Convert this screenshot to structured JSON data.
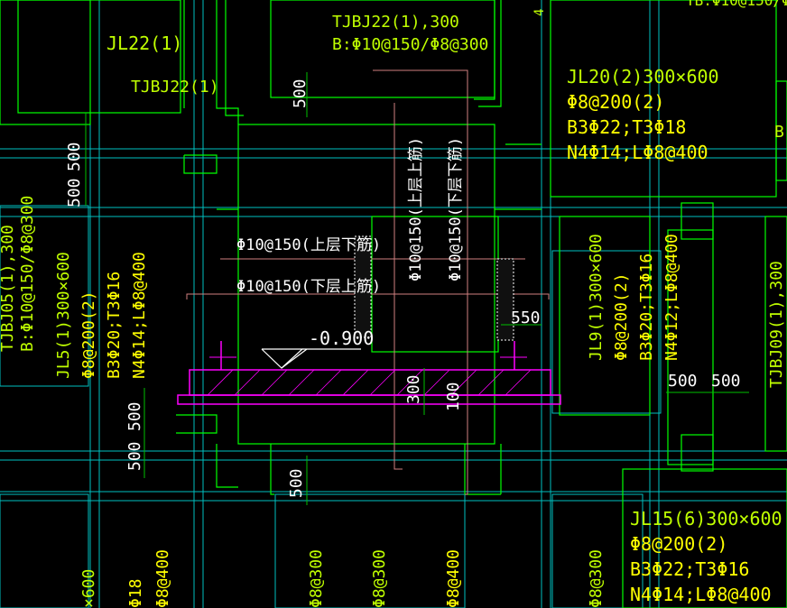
{
  "colors": {
    "background": "#000000",
    "beam_outline": "#00ff00",
    "grid_line": "#00c0c0",
    "dimension": "#00c000",
    "beam_label": "#c0ff00",
    "reinforcement_label": "#ffff00",
    "section_line": "#ff00ff",
    "reference_line": "#d08080",
    "white_text": "#ffffff"
  },
  "labels": {
    "jl22": "JL22(1)",
    "tjbj22_top": "TJBJ22(1),300",
    "tjbj22_top_rebar": "B:Φ10@150/Φ8@300",
    "tjbj22_left": "TJBJ22(1)",
    "jl20": "JL20(2)300×600",
    "jl20_stirrup": "Φ8@200(2)",
    "jl20_long": "B3Φ22;T3Φ18",
    "jl20_side": "N4Φ14;LΦ8@400",
    "jl15": "JL15(6)300×600",
    "jl15_stirrup": "Φ8@200(2)",
    "jl15_long": "B3Φ22;T3Φ16",
    "jl15_side": "N4Φ14;LΦ8@400",
    "jl5": "JL5(1)300×600",
    "jl5_stirrup": "Φ8@200(2)",
    "jl5_long": "B3Φ20;T3Φ16",
    "jl5_side": "N4Φ14;LΦ8@400",
    "tjbj05_left": "TJBJ05(1),300",
    "tjbj05_left_rebar": "B:Φ10@150/Φ8@300",
    "jl9": "JL9(1)300×600",
    "jl9_stirrup": "Φ8@200(2)",
    "jl9_long": "B3Φ20;T3Φ16",
    "jl9_side": "N4Φ12;LΦ8@400",
    "tjbj09_right": "TJBJ09(1),300",
    "top_right_partial": "TB:Φ10@150/Φ8@3",
    "top_right_digit": "4",
    "bottom_partial_1": "×600",
    "bottom_partial_2": "Φ18",
    "bottom_partial_3": "Φ8@400",
    "bottom_partial_4": "Φ8@300",
    "bottom_partial_5": "Φ8@300",
    "bottom_partial_6": "Φ8@400",
    "bottom_partial_7": "Φ8@300",
    "right_edge_partial": "B",
    "rebar_upper_bottom": "Φ10@150(上层下筋)",
    "rebar_lower_top": "Φ10@150(下层上筋)",
    "rebar_v_upper_top": "Φ10@150(上层上筋)",
    "rebar_v_lower_bottom": "Φ10@150(下层下筋)",
    "elevation": "-0.900",
    "dim_500_top": "500",
    "dim_500_left": "500",
    "dim_500_left2": "500",
    "dim_500_left3": "500",
    "dim_500_left4": "500",
    "dim_500_bottom": "500",
    "dim_550": "550",
    "dim_500_right_a": "500",
    "dim_500_right_b": "500",
    "dim_300": "300",
    "dim_100": "100"
  }
}
